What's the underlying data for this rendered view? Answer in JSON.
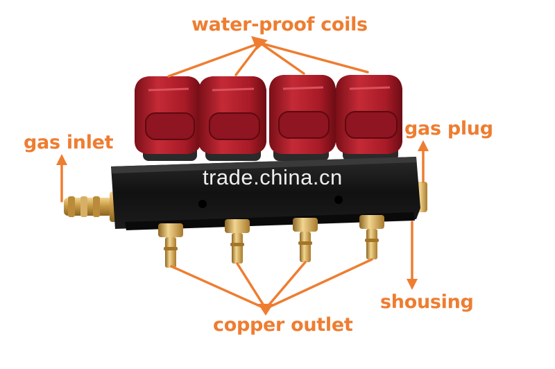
{
  "labels": {
    "coils": "water-proof coils",
    "gas_inlet": "gas inlet",
    "gas_plug": "gas plug",
    "housing": "shousing",
    "outlet": "copper outlet"
  },
  "watermark": "trade.china.cn",
  "colors": {
    "annotation": "#ee7d31",
    "coil_red": "#b01c2a",
    "rail_black": "#161616",
    "brass": "#c99a45"
  }
}
